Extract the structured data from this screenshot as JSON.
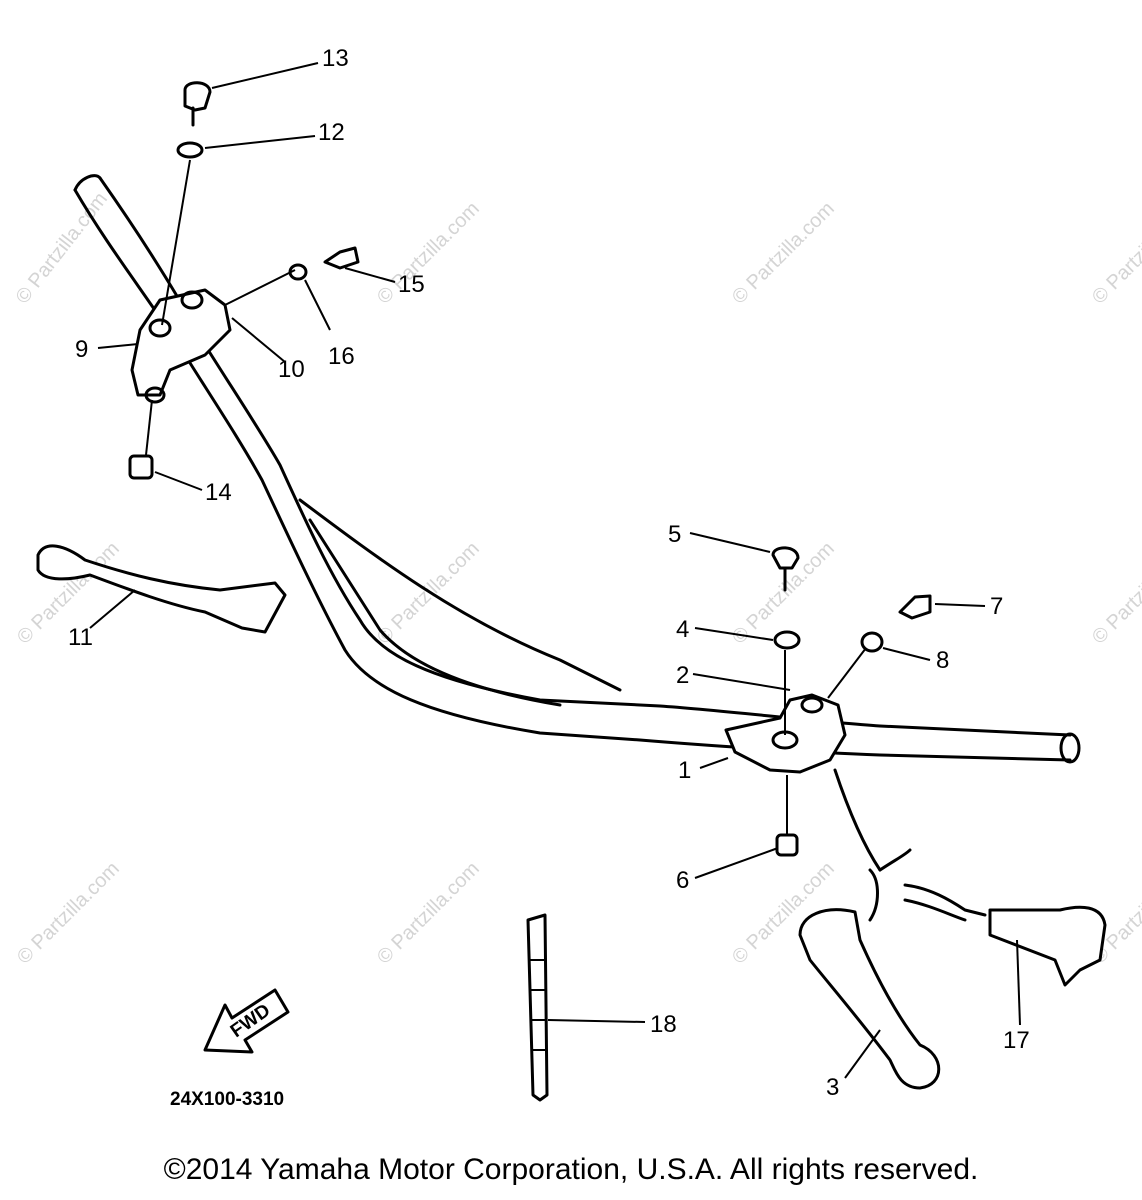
{
  "watermark": "© Partzilla.com",
  "callouts": {
    "p1": "1",
    "p2": "2",
    "p3": "3",
    "p4": "4",
    "p5": "5",
    "p6": "6",
    "p7": "7",
    "p8": "8",
    "p9": "9",
    "p10": "10",
    "p11": "11",
    "p12": "12",
    "p13": "13",
    "p14": "14",
    "p15": "15",
    "p16": "16",
    "p17": "17",
    "p18": "18"
  },
  "fwd_label": "FWD",
  "diagram_code": "24X100-3310",
  "copyright": "©2014 Yamaha Motor Corporation, U.S.A. All rights reserved."
}
